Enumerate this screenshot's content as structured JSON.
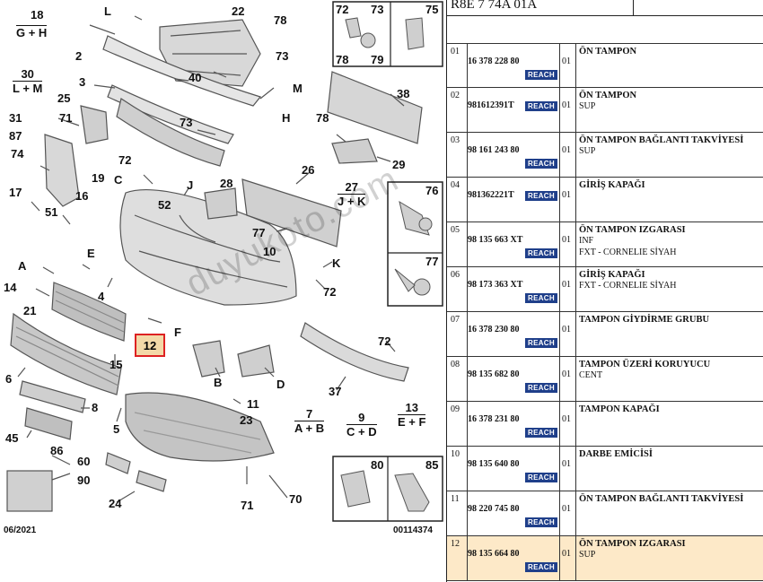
{
  "diagram": {
    "callouts": [
      {
        "id": "c18",
        "text": "18"
      },
      {
        "id": "cL",
        "text": "L"
      },
      {
        "id": "c22",
        "text": "22"
      },
      {
        "id": "c78a",
        "text": "78"
      },
      {
        "id": "c2",
        "text": "2"
      },
      {
        "id": "c73a",
        "text": "73"
      },
      {
        "id": "c40",
        "text": "40"
      },
      {
        "id": "cM",
        "text": "M"
      },
      {
        "id": "c3",
        "text": "3"
      },
      {
        "id": "cH",
        "text": "H"
      },
      {
        "id": "c25",
        "text": "25"
      },
      {
        "id": "c73b",
        "text": "73"
      },
      {
        "id": "c31",
        "text": "31"
      },
      {
        "id": "c71a",
        "text": "71"
      },
      {
        "id": "c87",
        "text": "87"
      },
      {
        "id": "c74",
        "text": "74"
      },
      {
        "id": "c72a",
        "text": "72"
      },
      {
        "id": "c19",
        "text": "19"
      },
      {
        "id": "cC",
        "text": "C"
      },
      {
        "id": "c17",
        "text": "17"
      },
      {
        "id": "c16",
        "text": "16"
      },
      {
        "id": "cJ",
        "text": "J"
      },
      {
        "id": "c28",
        "text": "28"
      },
      {
        "id": "c52",
        "text": "52"
      },
      {
        "id": "c51",
        "text": "51"
      },
      {
        "id": "cA",
        "text": "A"
      },
      {
        "id": "cE",
        "text": "E"
      },
      {
        "id": "c10",
        "text": "10"
      },
      {
        "id": "c14",
        "text": "14"
      },
      {
        "id": "c4",
        "text": "4"
      },
      {
        "id": "c21",
        "text": "21"
      },
      {
        "id": "cF",
        "text": "F"
      },
      {
        "id": "c15",
        "text": "15"
      },
      {
        "id": "c6",
        "text": "6"
      },
      {
        "id": "cB",
        "text": "B"
      },
      {
        "id": "cD",
        "text": "D"
      },
      {
        "id": "c11",
        "text": "11"
      },
      {
        "id": "c8",
        "text": "8"
      },
      {
        "id": "c45",
        "text": "45"
      },
      {
        "id": "c5",
        "text": "5"
      },
      {
        "id": "c86",
        "text": "86"
      },
      {
        "id": "c23",
        "text": "23"
      },
      {
        "id": "c60",
        "text": "60"
      },
      {
        "id": "c90",
        "text": "90"
      },
      {
        "id": "c24",
        "text": "24"
      },
      {
        "id": "c71b",
        "text": "71"
      },
      {
        "id": "c70",
        "text": "70"
      },
      {
        "id": "c38",
        "text": "38"
      },
      {
        "id": "c78b",
        "text": "78"
      },
      {
        "id": "c29",
        "text": "29"
      },
      {
        "id": "c26",
        "text": "26"
      },
      {
        "id": "c77",
        "text": "77"
      },
      {
        "id": "cK",
        "text": "K"
      },
      {
        "id": "c72b",
        "text": "72"
      },
      {
        "id": "c72c",
        "text": "72"
      },
      {
        "id": "c37",
        "text": "37"
      },
      {
        "id": "c76",
        "text": "76"
      },
      {
        "id": "c77b",
        "text": "77"
      },
      {
        "id": "c80",
        "text": "80"
      },
      {
        "id": "c85",
        "text": "85"
      },
      {
        "id": "c72d",
        "text": "72"
      },
      {
        "id": "c73d",
        "text": "73"
      },
      {
        "id": "c75",
        "text": "75"
      },
      {
        "id": "c78d",
        "text": "78"
      },
      {
        "id": "c79",
        "text": "79"
      }
    ],
    "combos": [
      {
        "id": "k18",
        "top": "18",
        "bottom": "G + H"
      },
      {
        "id": "k30",
        "top": "30",
        "bottom": "L + M"
      },
      {
        "id": "k27",
        "top": "27",
        "bottom": "J + K"
      },
      {
        "id": "k7",
        "top": "7",
        "bottom": "A + B"
      },
      {
        "id": "k9",
        "top": "9",
        "bottom": "C + D"
      },
      {
        "id": "k13",
        "top": "13",
        "bottom": "E + F"
      }
    ],
    "selected_callout": "12",
    "date": "06/2021",
    "drawing_no": "00114374",
    "watermark": "duyukoto.com"
  },
  "panel": {
    "header": "R8E 7 74A 01A",
    "reach_label": "REACH",
    "rows": [
      {
        "no": "01",
        "part": "16 378 228 80",
        "qty": "01",
        "title": "ÖN TAMPON",
        "sub": [],
        "selected": false
      },
      {
        "no": "02",
        "part": "981612391T",
        "qty": "01",
        "title": "ÖN TAMPON",
        "sub": [
          "SUP"
        ],
        "selected": false
      },
      {
        "no": "03",
        "part": "98 161 243 80",
        "qty": "01",
        "title": "ÖN TAMPON BAĞLANTI TAKVİYESİ",
        "sub": [
          "SUP"
        ],
        "selected": false
      },
      {
        "no": "04",
        "part": "981362221T",
        "qty": "01",
        "title": "GİRİŞ KAPAĞI",
        "sub": [],
        "selected": false
      },
      {
        "no": "05",
        "part": "98 135 663 XT",
        "qty": "01",
        "title": "ÖN TAMPON IZGARASI",
        "sub": [
          "INF",
          "FXT - CORNELIE SİYAH"
        ],
        "selected": false
      },
      {
        "no": "06",
        "part": "98 173 363 XT",
        "qty": "01",
        "title": "GİRİŞ KAPAĞI",
        "sub": [
          "FXT - CORNELIE SİYAH"
        ],
        "selected": false
      },
      {
        "no": "07",
        "part": "16 378 230 80",
        "qty": "01",
        "title": "TAMPON GİYDİRME GRUBU",
        "sub": [],
        "selected": false
      },
      {
        "no": "08",
        "part": "98 135 682 80",
        "qty": "01",
        "title": "TAMPON ÜZERİ KORUYUCU",
        "sub": [
          "CENT"
        ],
        "selected": false
      },
      {
        "no": "09",
        "part": "16 378 231 80",
        "qty": "01",
        "title": "TAMPON KAPAĞI",
        "sub": [],
        "selected": false
      },
      {
        "no": "10",
        "part": "98 135 640 80",
        "qty": "01",
        "title": "DARBE EMİCİSİ",
        "sub": [],
        "selected": false
      },
      {
        "no": "11",
        "part": "98 220 745 80",
        "qty": "01",
        "title": "ÖN TAMPON BAĞLANTI TAKVİYESİ",
        "sub": [],
        "selected": false
      },
      {
        "no": "12",
        "part": "98 135 664 80",
        "qty": "01",
        "title": "ÖN TAMPON IZGARASI",
        "sub": [
          "SUP"
        ],
        "selected": true
      }
    ]
  },
  "colors": {
    "reach_bg": "#1f3f8a",
    "selected_row": "#fde9c8",
    "selected_box": "#f3d9a8",
    "selected_border": "#dd2222"
  }
}
